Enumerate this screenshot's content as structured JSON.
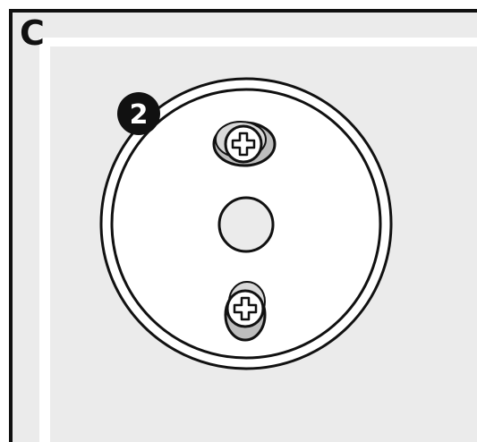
{
  "panel": {
    "letter": "C"
  },
  "callout": {
    "number": "2"
  },
  "colors": {
    "frame": "#111111",
    "panel_bg": "#ebebeb",
    "highlight": "#ffffff",
    "shadow": "#bdbdbd",
    "badge": "#111111"
  },
  "icons": {
    "screws": "phillips-screw-icon",
    "center_hole": "round-hole"
  }
}
